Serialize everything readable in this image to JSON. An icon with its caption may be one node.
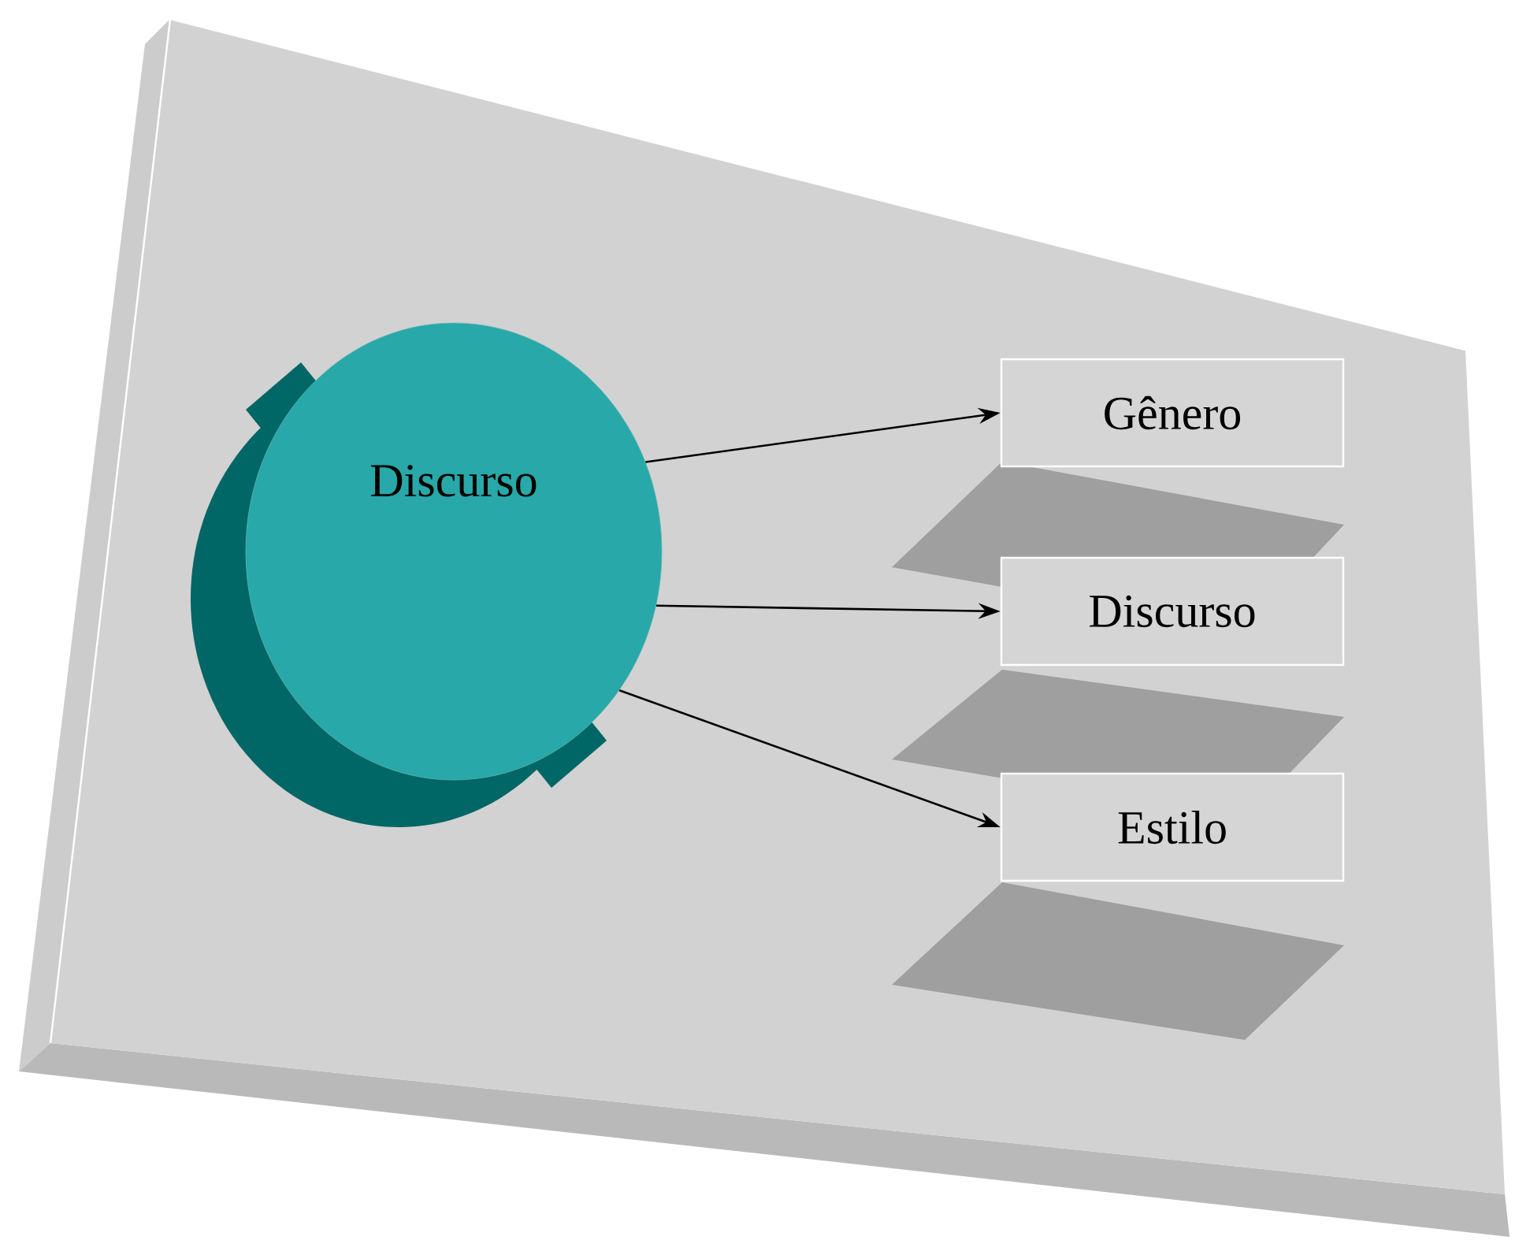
{
  "diagram": {
    "nodes": [
      {
        "text": [
          "Discurso"
        ]
      },
      {
        "text": [
          "Gênero"
        ]
      },
      {
        "text": [
          "Discurso"
        ]
      },
      {
        "text": [
          "Estilo"
        ]
      }
    ],
    "edges": [
      {
        "from": 0,
        "to": 1,
        "arrow": "to"
      },
      {
        "from": 0,
        "to": 2,
        "arrow": "to"
      },
      {
        "from": 0,
        "to": 3,
        "arrow": "to"
      }
    ]
  }
}
